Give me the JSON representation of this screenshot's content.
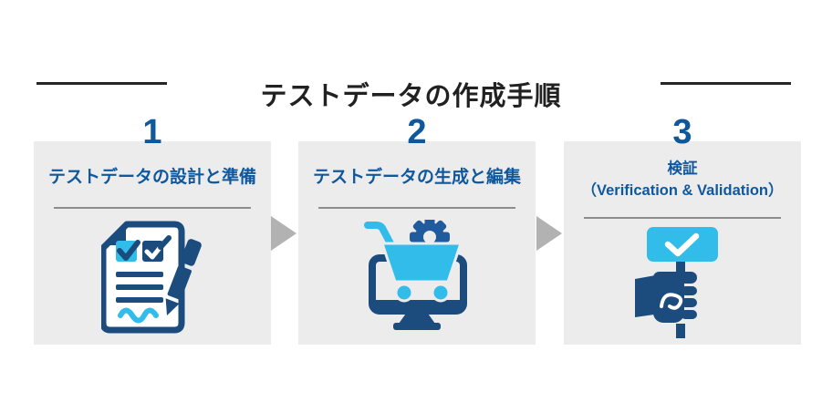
{
  "header": {
    "title": "テストデータの作成手順"
  },
  "steps": [
    {
      "number": "1",
      "title_lines": [
        "テストデータの設計と準備"
      ],
      "icon": "document-checklist-pen-icon"
    },
    {
      "number": "2",
      "title_lines": [
        "テストデータの生成と編集"
      ],
      "icon": "monitor-cart-gear-icon"
    },
    {
      "number": "3",
      "title_lines": [
        "検証",
        "（Verification & Validation）"
      ],
      "icon": "hand-holding-check-sign-icon"
    }
  ],
  "colors": {
    "accent_blue": "#0f589e",
    "icon_navy": "#1c4b7e",
    "icon_gear_blue": "#205b9e",
    "icon_cyan": "#31bce9",
    "card_background": "#ececec",
    "divider_gray": "#8d8d8d",
    "arrow_gray": "#b2b2b2",
    "title_black": "#212121"
  }
}
